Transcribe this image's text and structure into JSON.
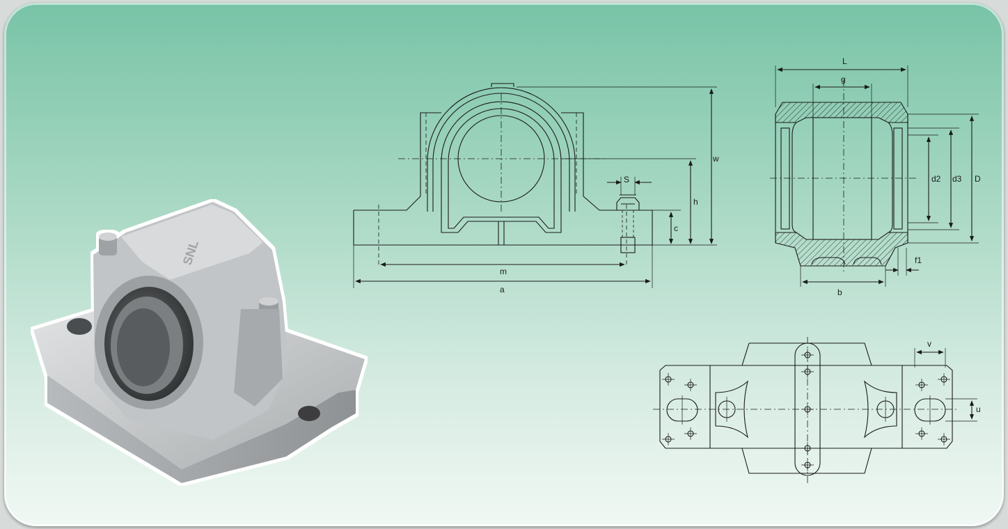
{
  "dimensions": {
    "front": {
      "w": "w",
      "h": "h",
      "c": "c",
      "s": "S",
      "m": "m",
      "a": "a"
    },
    "section": {
      "l": "L",
      "g": "g",
      "d": "D",
      "d2": "d2",
      "d3": "d3",
      "b": "b",
      "f1": "f1"
    },
    "plan": {
      "v": "v",
      "u": "u"
    }
  },
  "photo_lettering": "SNL",
  "colors": {
    "background_top": "#78c3a7",
    "background_bottom": "#f1f8f4",
    "housing_metal": "#b9bcbe",
    "line": "#1a1a1a"
  }
}
